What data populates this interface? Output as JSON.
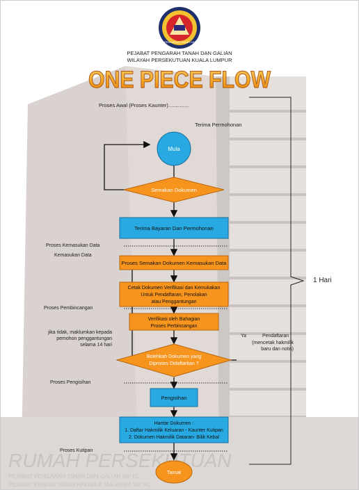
{
  "header": {
    "org_line1": "PEJABAT PENGARAH TANAH DAN GALIAN",
    "org_line2": "WILAYAH PERSEKUTUAN  KUALA LUMPUR",
    "title": "ONE PIECE FLOW",
    "logo_ring_text": "PEJABAT PENGARAH TANAH DAN GALIAN"
  },
  "labels": {
    "proses_awal": "Proses Awal (Proses Kaunter)..............",
    "terima_permohonan": "Terima Permohonan",
    "proses_kemasukan": "Proses Kemasukan Data",
    "kemasukan_data": "Kemasukan Data",
    "proses_pembincangan": "Proses Pembincangan",
    "jika_tidak": [
      "jika tidak, maklumkan kepada",
      "pemohon penggantungan",
      "selama 14 hari"
    ],
    "ya": "Ya",
    "pendaftaran": "Pendaftaran",
    "mencetak": [
      "(mencetak hakmilik",
      "baru dan notis)"
    ],
    "proses_pengisihan": "Proses Pengisihan",
    "proses_kutipan": "Proses Kutipan",
    "satu_hari": "1 Hari"
  },
  "nodes": {
    "mula": "Mula",
    "semakan_dokumen": "Semakan Dokumen",
    "terima_bayaran": "Terima Bayaran Dan Permohonan",
    "proses_semakan": "Proses Semakan Dokumen Kemasukan Data",
    "cetak_dokumen": [
      "Cetak Dokumen Verifikasi dan Kemukakan",
      "Untuk Pendaftaran, Penolakan",
      "atau Penggantungan"
    ],
    "verifikasi": [
      "Verifikasi oleh Bahagian",
      "Proses Perbincangan"
    ],
    "bolehkah": [
      "Bolehkah Dokumen yang",
      "Diproses Didaftarkan ?"
    ],
    "pengisihan": "Pengisihan",
    "hantar_dokumen": [
      "Hantar Dokumen :",
      "1. Daftar Hakmilik Keluaran - Kaunter Kutipan",
      "2. Dokumen Hakmilik Dataran- Bilik Kebal"
    ],
    "tamat": "Tamat"
  },
  "background": {
    "watermark_line1": "RUMAH PERSEKUTUAN",
    "watermark_line2": "PEJABAT PENGARAH TANAH DAN GALIAN WP KL",
    "watermark_line3": "PEJABAT PENDAFTARAN HAKMILIK MALAYSIA WP KL"
  },
  "colors": {
    "blue": "#29a9e1",
    "orange": "#f7941d",
    "title_orange": "#f5a623",
    "building": "#8a7268"
  }
}
